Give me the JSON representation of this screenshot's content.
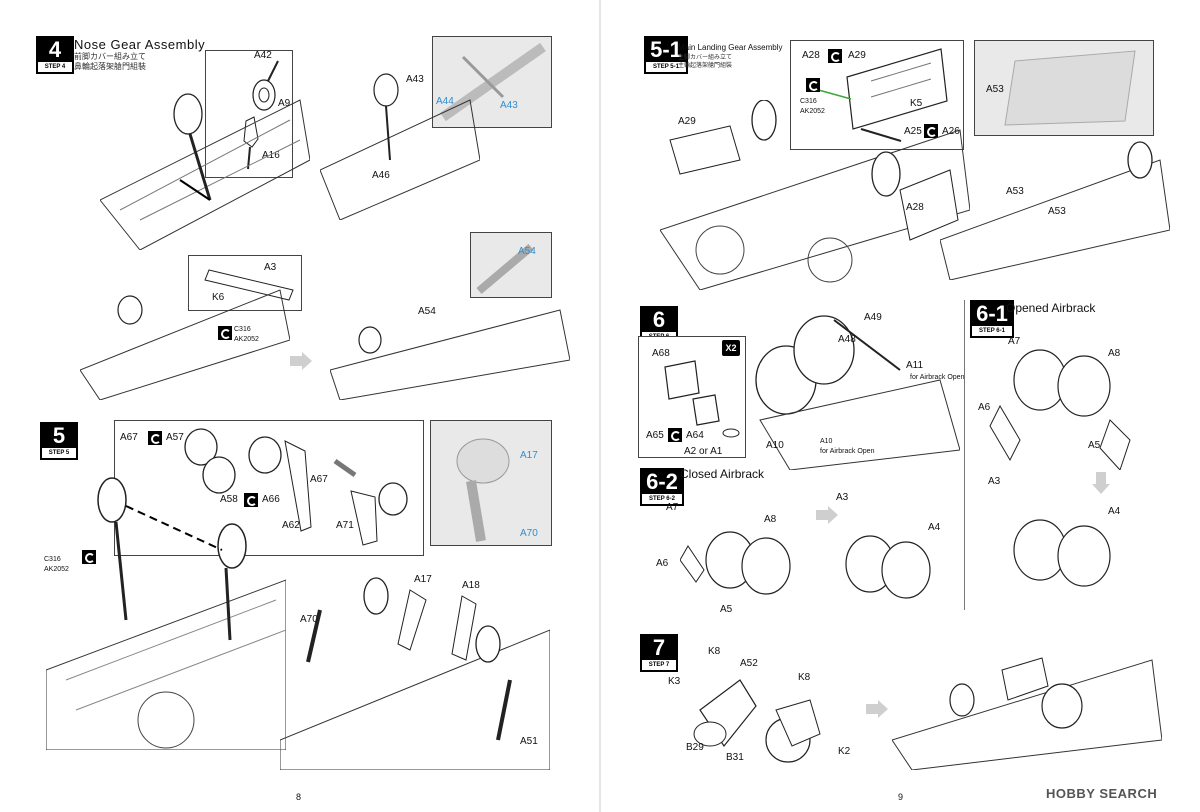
{
  "pages": {
    "left": {
      "page_number": "8",
      "step4": {
        "number": "4",
        "step_label": "STEP 4",
        "title_en": "Nose Gear Assembly",
        "title_jp": "前脚カバー組み立て",
        "title_cn": "鼻輪起落架艙門組裝",
        "parts": {
          "a42": "A42",
          "a9": "A9",
          "a16": "A16",
          "a43": "A43",
          "a44": "A44",
          "a43b": "A43",
          "a46": "A46",
          "a3": "A3",
          "k6": "K6",
          "a54": "A54",
          "a54b": "A54"
        },
        "paint": {
          "code1": "C316",
          "code2": "AK2052"
        }
      },
      "step5": {
        "number": "5",
        "step_label": "STEP 5",
        "parts": {
          "a67": "A67",
          "a57": "A57",
          "a58": "A58",
          "a66": "A66",
          "a67b": "A67",
          "a62": "A62",
          "a71": "A71",
          "a17": "A17",
          "a70": "A70",
          "a17b": "A17",
          "a18": "A18",
          "a70b": "A70",
          "a51": "A51"
        },
        "paint": {
          "code1": "C316",
          "code2": "AK2052"
        }
      }
    },
    "right": {
      "page_number": "9",
      "watermark": "HOBBY SEARCH",
      "step5_1": {
        "number": "5-1",
        "step_label": "STEP 5-1",
        "title_en": "Main Landing Gear Assembly",
        "title_jp": "主脚カバー組み立て",
        "title_cn": "主輪起落架艙門組裝",
        "parts": {
          "a28": "A28",
          "a29": "A29",
          "k5": "K5",
          "a25": "A25",
          "a26": "A26",
          "a29b": "A29",
          "a28b": "A28",
          "a53": "A53",
          "a53b": "A53",
          "a53c": "A53"
        },
        "paint": {
          "code1": "C316",
          "code2": "AK2052"
        }
      },
      "step6": {
        "number": "6",
        "step_label": "STEP 6",
        "multiplier": "X2",
        "parts": {
          "a68": "A68",
          "a65": "A65",
          "a64": "A64",
          "a2a1": "A2 or A1",
          "a49": "A49",
          "a48": "A48",
          "a11": "A11",
          "a10": "A10",
          "a10b": "A10"
        },
        "notes": {
          "a11_note": "for Airbrack Open",
          "a10_note": "for Airbrack Open"
        }
      },
      "step6_1": {
        "number": "6-1",
        "step_label": "STEP 6-1",
        "title_en": "Opened Airbrack",
        "parts": {
          "a7": "A7",
          "a8": "A8",
          "a6": "A6",
          "a5": "A5",
          "a3": "A3",
          "a4": "A4"
        }
      },
      "step6_2": {
        "number": "6-2",
        "step_label": "STEP 6-2",
        "title_en": "Closed Airbrack",
        "parts": {
          "a7": "A7",
          "a8": "A8",
          "a6": "A6",
          "a5": "A5",
          "a3": "A3",
          "a4": "A4"
        }
      },
      "step7": {
        "number": "7",
        "step_label": "STEP 7",
        "parts": {
          "k8": "K8",
          "a52": "A52",
          "k3": "K3",
          "k8b": "K8",
          "b29": "B29",
          "b31": "B31",
          "k2": "K2"
        }
      }
    }
  },
  "icons": [
    "glue-icon",
    "cut-icon",
    "paint-icon",
    "next-arrow-icon"
  ],
  "colors": {
    "ink": "#111111",
    "callout_blue": "#2a8fd6",
    "glue_line": "#3aa935",
    "photo_bg": "#e9e9e9"
  }
}
